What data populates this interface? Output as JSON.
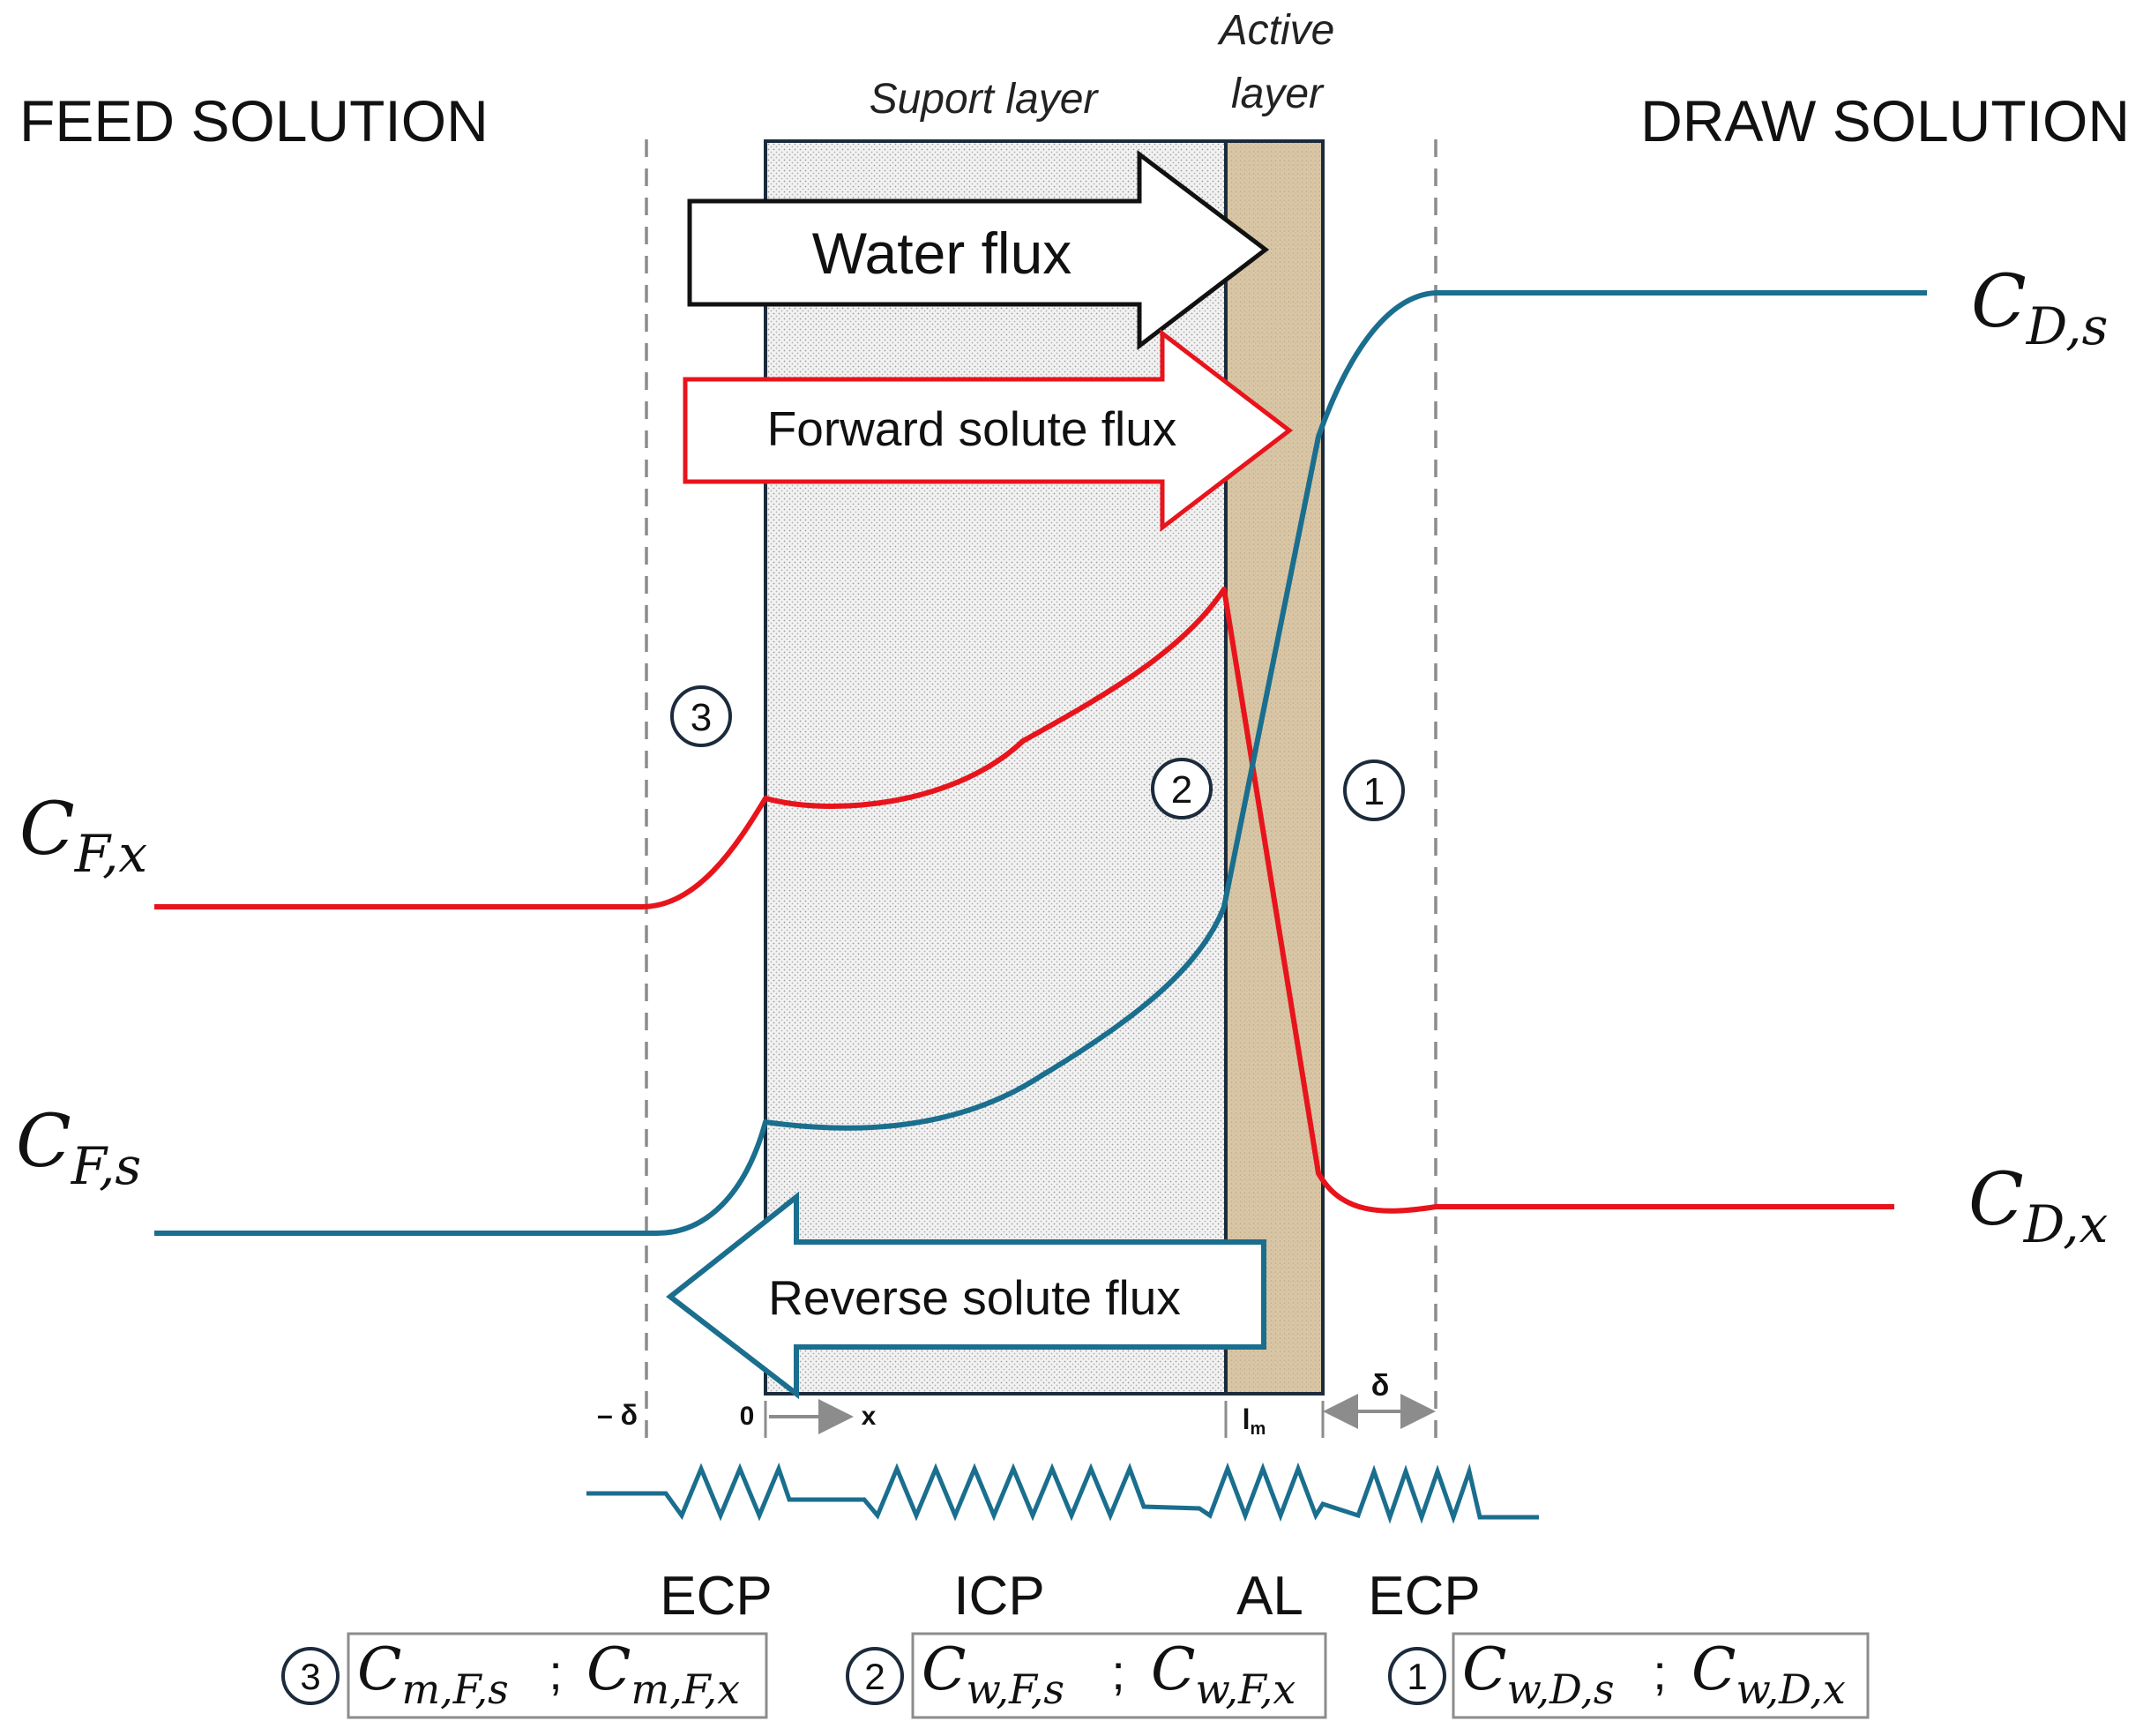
{
  "headers": {
    "feed": "FEED SOLUTION",
    "draw": "DRAW SOLUTION"
  },
  "layers": {
    "support": "Suport layer",
    "active_line1": "Active",
    "active_line2": "layer"
  },
  "arrows": {
    "water": "Water flux",
    "forward": "Forward solute flux",
    "reverse": "Reverse solute flux"
  },
  "curve_labels": {
    "cfx_main": "C",
    "cfx_sub": "F,x",
    "cfs_main": "C",
    "cfs_sub": "F,s",
    "cds_main": "C",
    "cds_sub": "D,s",
    "cdx_main": "C",
    "cdx_sub": "D,x"
  },
  "markers": {
    "one": "1",
    "two": "2",
    "three": "3"
  },
  "axis": {
    "neg_delta": "– δ",
    "zero": "0",
    "x": "x",
    "lm": "l",
    "lm_sub": "m",
    "delta": "δ"
  },
  "resistors": {
    "ecp_left": "ECP",
    "icp": "ICP",
    "al": "AL",
    "ecp_right": "ECP"
  },
  "legend": {
    "box3": {
      "num": "3",
      "a_main": "C",
      "a_sub": "m,F,s",
      "sep": ";",
      "b_main": "C",
      "b_sub": "m,F,x"
    },
    "box2": {
      "num": "2",
      "a_main": "C",
      "a_sub": "w,F,s",
      "sep": ";",
      "b_main": "C",
      "b_sub": "w,F,x"
    },
    "box1": {
      "num": "1",
      "a_main": "C",
      "a_sub": "w,D,s",
      "sep": ";",
      "b_main": "C",
      "b_sub": "w,D,x"
    }
  },
  "colors": {
    "red": "#e8141c",
    "teal": "#1a6e8e",
    "navy": "#1c2b3c",
    "active": "#d6c4a4",
    "dashed": "#8c8c8c"
  }
}
